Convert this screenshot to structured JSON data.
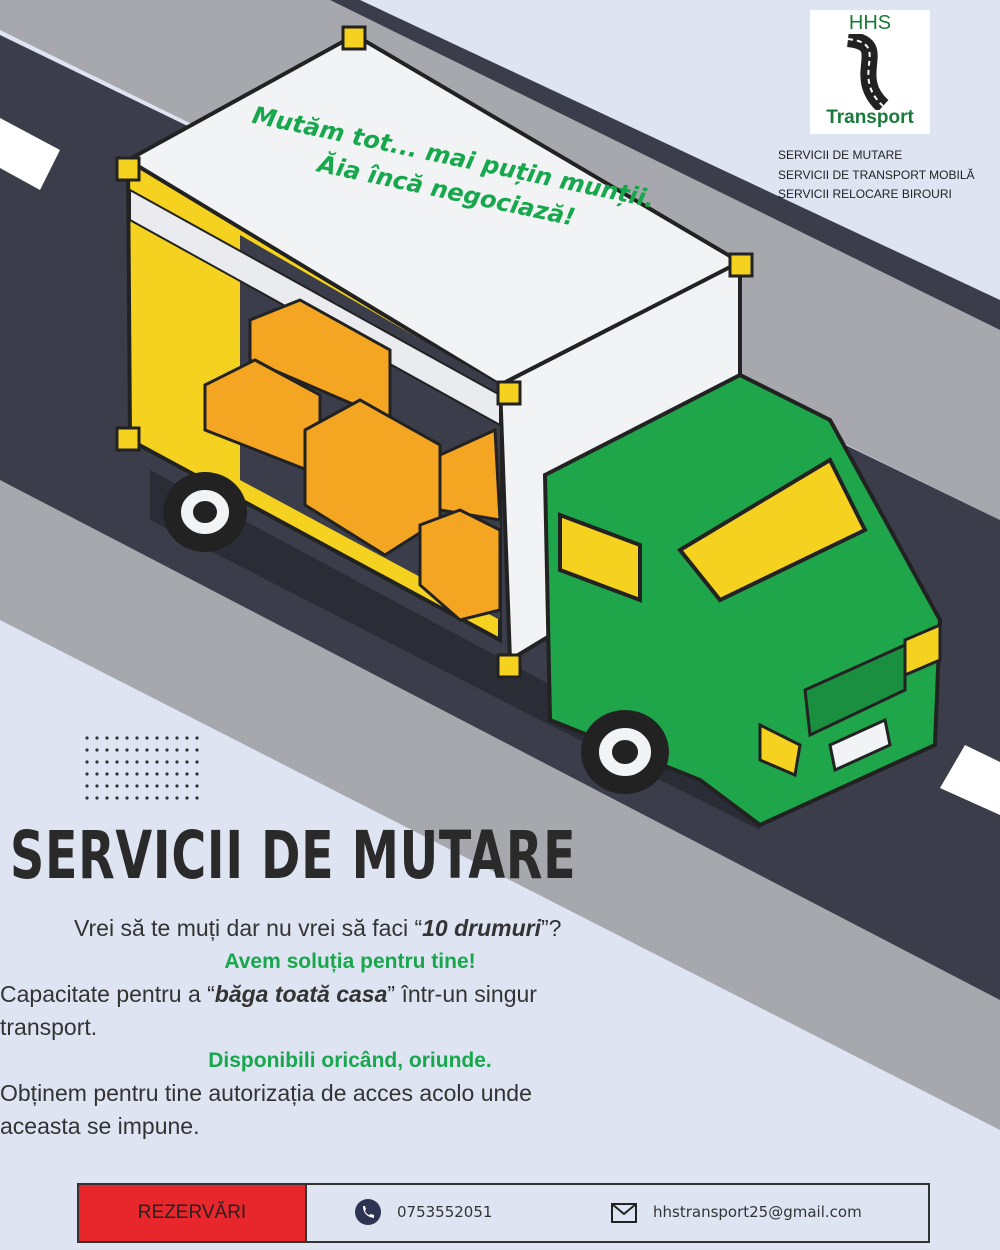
{
  "logo": {
    "top": "HHS",
    "bottom": "Transport"
  },
  "services": [
    "SERVICII DE MUTARE",
    "SERVICII DE TRANSPORT MOBILĂ",
    "SERVICII RELOCARE BIROURI"
  ],
  "slogan": {
    "line1": "Mutăm tot... mai puțin munții.",
    "line2": "Ăia încă negociază!"
  },
  "heading": "SERVICII DE MUTARE",
  "copy": {
    "l1_pre": "Vrei să te muți dar nu vrei să faci “",
    "l1_em": "10 drumuri",
    "l1_post": "”?",
    "l2": "Avem soluția pentru tine!",
    "l3_pre": "Capacitate pentru a “",
    "l3_em": "băga toată casa",
    "l3_post": "” într-un singur",
    "l3b": "transport.",
    "l4": "Disponibili oricând, oriunde.",
    "l5a": "Obținem pentru tine autorizația de acces acolo unde",
    "l5b": "aceasta se impune."
  },
  "footer": {
    "cta": "REZERVĂRI",
    "phone": "0753552051",
    "email": "hhstransport25@gmail.com"
  },
  "icons": {
    "phone": "phone-icon",
    "email": "mail-icon"
  },
  "colors": {
    "accent_green": "#17a74c",
    "cta_red": "#e8272c",
    "road": "#3b3e4a",
    "truck_green": "#1fa64b",
    "box_orange": "#f4a623",
    "yellow": "#f4d21f"
  }
}
